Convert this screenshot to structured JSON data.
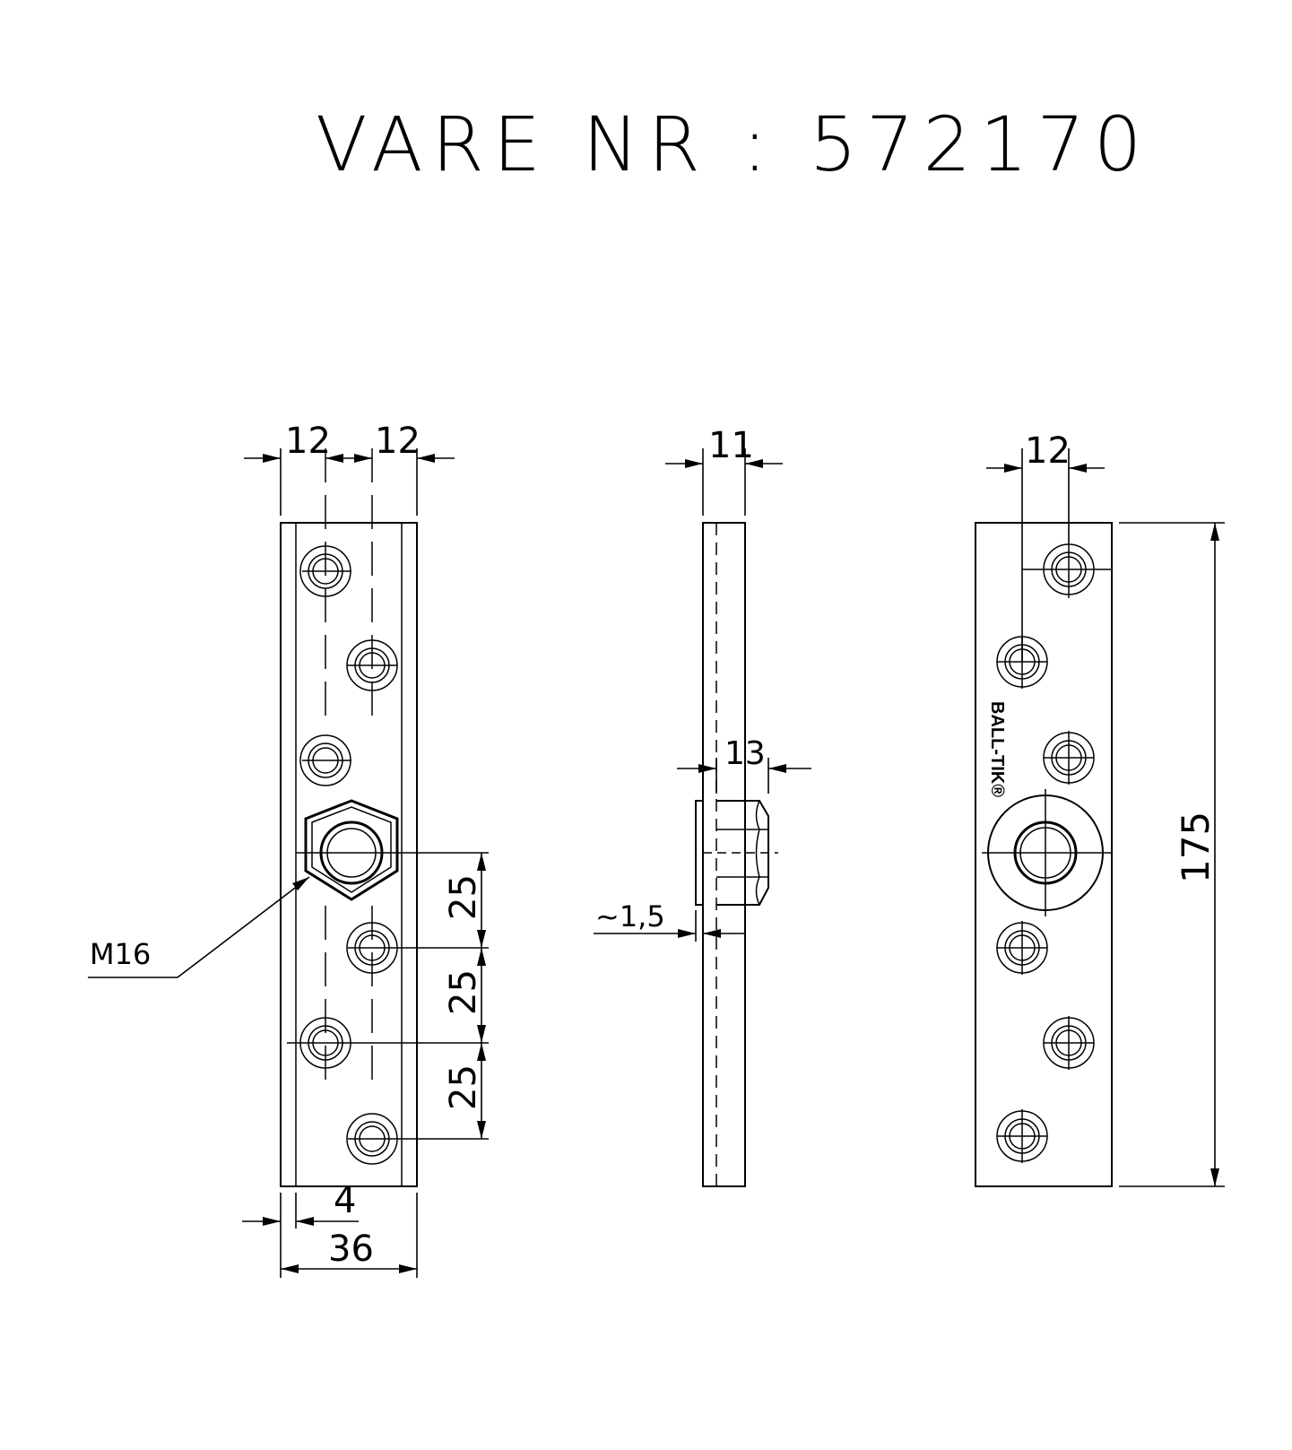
{
  "title": "VARE NR : 572170",
  "front_view": {
    "dim_left_12": "12",
    "dim_right_12": "12",
    "dim_pitch_1": "25",
    "dim_pitch_2": "25",
    "dim_pitch_3": "25",
    "dim_edge_4": "4",
    "dim_width_36": "36",
    "thread_label": "M16"
  },
  "side_view": {
    "dim_thickness_11": "11",
    "dim_nut_13": "13",
    "dim_flange_1_5": "~1,5"
  },
  "back_view": {
    "dim_offset_12": "12",
    "dim_length_175": "175",
    "logo_text": "BALL-TIK®"
  }
}
